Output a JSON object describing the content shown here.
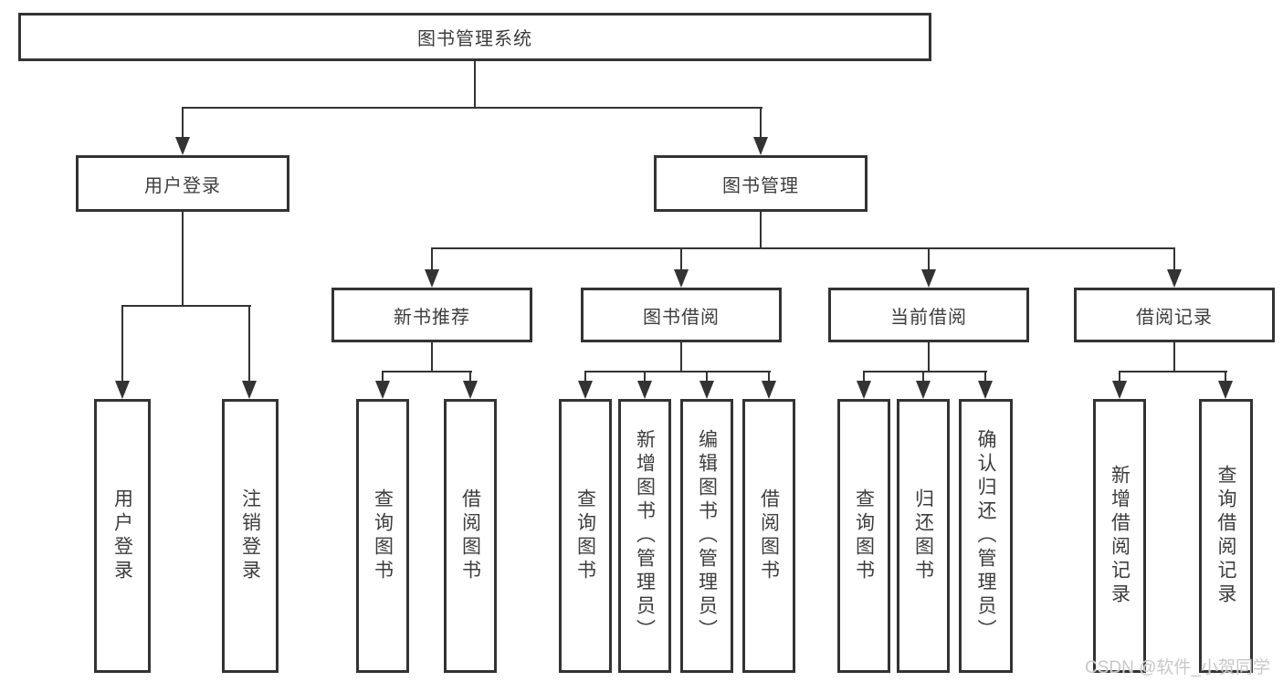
{
  "diagram_title": "图书管理系统",
  "colors": {
    "line": "#333333",
    "text": "#3d3d3d",
    "background": "#ffffff",
    "watermark": "#c8c8c8"
  },
  "tree": {
    "label": "图书管理系统",
    "children": [
      {
        "label": "用户登录",
        "children": [
          {
            "label": "用户登录"
          },
          {
            "label": "注销登录"
          }
        ]
      },
      {
        "label": "图书管理",
        "children": [
          {
            "label": "新书推荐",
            "children": [
              {
                "label": "查询图书"
              },
              {
                "label": "借阅图书"
              }
            ]
          },
          {
            "label": "图书借阅",
            "children": [
              {
                "label": "查询图书"
              },
              {
                "label": "新增图书（管理员）"
              },
              {
                "label": "编辑图书（管理员）"
              },
              {
                "label": "借阅图书"
              }
            ]
          },
          {
            "label": "当前借阅",
            "children": [
              {
                "label": "查询图书"
              },
              {
                "label": "归还图书"
              },
              {
                "label": "确认归还（管理员）"
              }
            ]
          },
          {
            "label": "借阅记录",
            "children": [
              {
                "label": "新增借阅记录"
              },
              {
                "label": "查询借阅记录"
              }
            ]
          }
        ]
      }
    ]
  },
  "watermark": {
    "text": "CSDN @软件_小贺同学"
  }
}
